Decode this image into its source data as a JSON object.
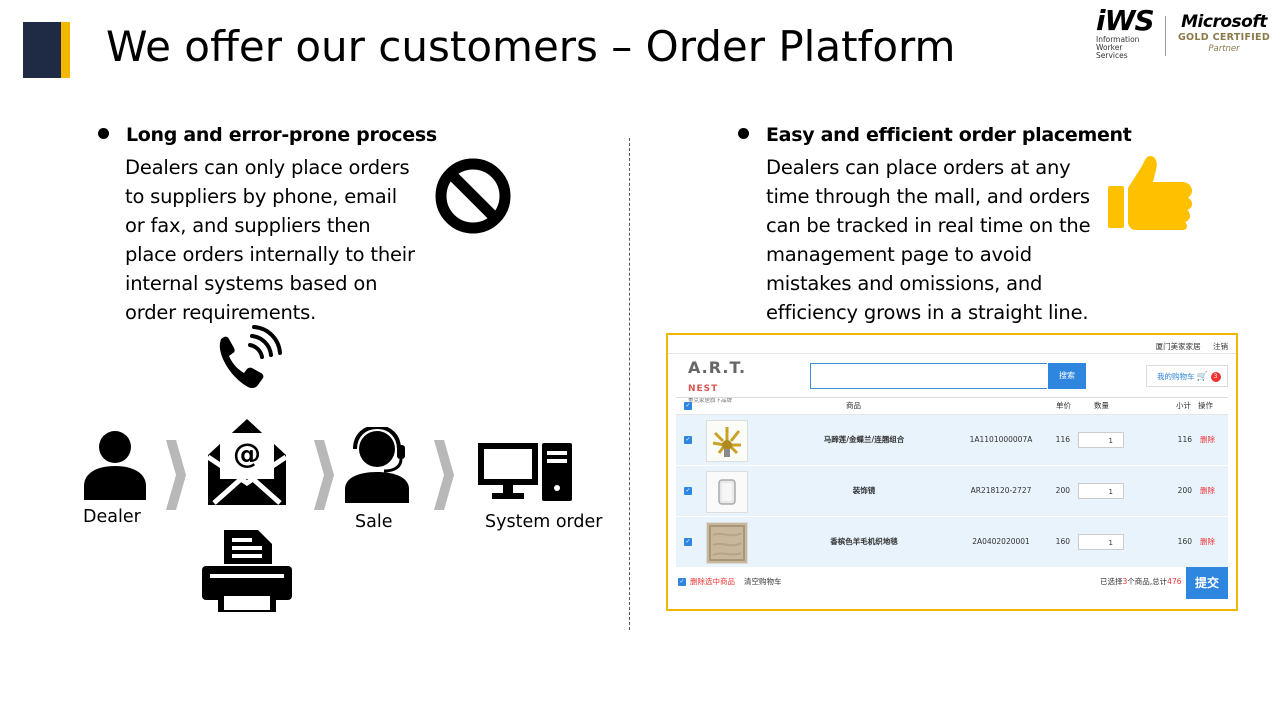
{
  "slide": {
    "title": "We offer our customers – Order Platform"
  },
  "logos": {
    "iws_main": "iWS",
    "iws_lines": [
      "Information",
      "Worker",
      "Services"
    ],
    "ms_main": "Microsoft",
    "ms_certified": "GOLD CERTIFIED",
    "ms_partner": "Partner"
  },
  "left": {
    "heading": "Long and error-prone process",
    "body_lines": [
      "Dealers can only place orders",
      "to suppliers by phone, email",
      "or fax, and suppliers then",
      "place orders internally to their",
      "internal systems based on",
      "order requirements."
    ],
    "flow": {
      "dealer_label": "Dealer",
      "sale_label": "Sale",
      "system_label": "System order"
    }
  },
  "right": {
    "heading": "Easy and efficient order placement",
    "body_lines": [
      "Dealers can place orders at any",
      "time through the mall, and orders",
      "can be tracked in real time on the",
      "management page to avoid",
      "mistakes and omissions, and",
      "efficiency grows in a straight line."
    ]
  },
  "mall": {
    "top_links": [
      "厦门美家家居",
      "注销"
    ],
    "brand_main": "A.R.T.",
    "brand_nest": "NEST",
    "brand_sub": "美克家居旗下品牌",
    "search_placeholder": "",
    "search_button": "搜索",
    "cart_label": "我的购物车",
    "cart_count": "3",
    "columns": {
      "product": "商品",
      "unit_price": "单价",
      "quantity": "数量",
      "subtotal": "小计",
      "action": "操作"
    },
    "rows": [
      {
        "name": "马蹄莲/金蝶兰/连翘组合",
        "sku": "1A1101000007A",
        "price": "116",
        "qty": "1",
        "subtotal": "116",
        "action": "删除"
      },
      {
        "name": "装饰镜",
        "sku": "AR218120-2727",
        "price": "200",
        "qty": "1",
        "subtotal": "200",
        "action": "删除"
      },
      {
        "name": "香槟色羊毛机织地毯",
        "sku": "2A0402020001",
        "price": "160",
        "qty": "1",
        "subtotal": "160",
        "action": "删除"
      }
    ],
    "footer": {
      "delete_selected": "删除选中商品",
      "clear_cart": "清空购物车",
      "summary_prefix": "已选择",
      "selected_count": "3",
      "summary_mid": "个商品,总计",
      "total": "476",
      "submit": "提交"
    }
  },
  "colors": {
    "title_block": "#1f2a44",
    "accent_yellow": "#f2b800",
    "mall_blue": "#2e86de",
    "mall_red": "#e33333"
  }
}
